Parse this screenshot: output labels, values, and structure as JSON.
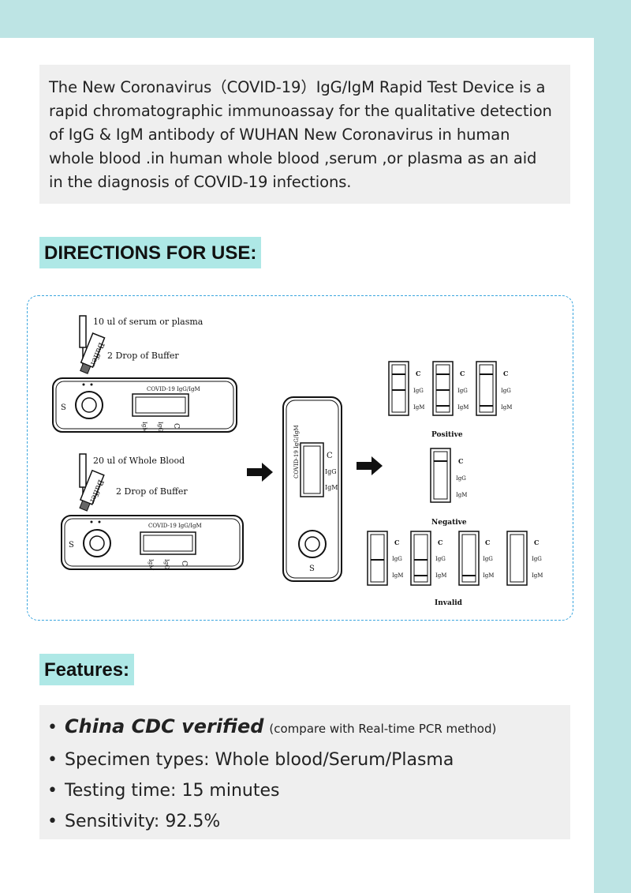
{
  "intro": {
    "line1": "The New Coronavirus（COVID-19）IgG/IgM Rapid Test Device is a",
    "line2": "rapid chromatographic immunoassay for the qualitative detection",
    "line3": "of IgG & IgM antibody of WUHAN New Coronavirus in human",
    "line4": "whole blood .in human whole blood ,serum ,or plasma as an aid",
    "line5": "in the diagnosis of COVID-19 infections."
  },
  "directions": {
    "heading": "DIRECTIONS FOR USE:",
    "step1_sample": "10 ul of serum or plasma",
    "step1_buffer": "2 Drop of Buffer",
    "step2_sample": "20 ul of Whole Blood",
    "step2_buffer": "2 Drop of Buffer",
    "buffer_label": "Buffer",
    "device_label": "COVID-19 IgG/IgM",
    "window_c": "C",
    "window_igg": "IgG",
    "window_igm": "IgM",
    "well_s": "S",
    "positive": "Positive",
    "negative": "Negative",
    "invalid": "Invalid"
  },
  "features": {
    "heading": "Features:",
    "bullet": "•",
    "item1_em": "China CDC verified",
    "item1_note": "(compare with Real-time PCR method)",
    "item2": "Specimen types: Whole blood/Serum/Plasma",
    "item3": "Testing time: 15 minutes",
    "item4": "Sensitivity: 92.5%"
  }
}
